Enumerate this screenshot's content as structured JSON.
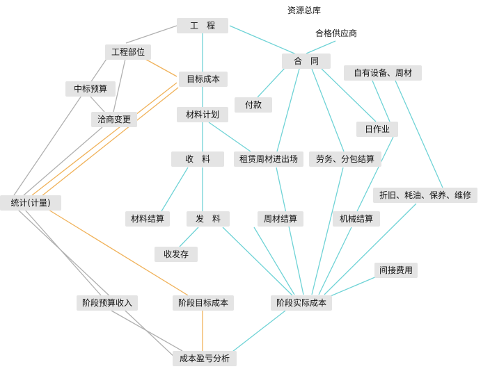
{
  "nodes": {
    "gongcheng": "工　程",
    "ziyuan_zongku": "资源总库",
    "hege_gongyingshang": "合格供应商",
    "gongcheng_buwei": "工程部位",
    "hetong": "合　同",
    "mubiao_chengben": "目标成本",
    "ziyou_shebei": "自有设备、周材",
    "zhongbiao_yusuan": "中标预算",
    "fukuan": "付款",
    "cailiao_jihua": "材料计划",
    "qiashang_biangeng": "洽商变更",
    "rizuoye": "日作业",
    "shouliao": "收　料",
    "zulin_zhoucai": "租赁周材进出场",
    "laowu_fenbao": "劳务、分包结算",
    "tongji": "统计(计量)",
    "zhejiu": "折旧、耗油、保养、维修",
    "cailiao_jiesuan": "材料结算",
    "faliao": "发　料",
    "zhoucai_jiesuan": "周材结算",
    "jixie_jiesuan": "机械结算",
    "shoufacun": "收发存",
    "jianjie_feiyong": "间接费用",
    "jieduan_yusuan_shouru": "阶段预算收入",
    "jieduan_mubiao_chengben": "阶段目标成本",
    "jieduan_shiji_chengben": "阶段实际成本",
    "chengben_yingkui": "成本盈亏分析"
  },
  "colors": {
    "teal": "#6fd3d6",
    "orange": "#f0b25a",
    "gray": "#b0b0b0",
    "node_fill": "#e4e4e4"
  }
}
